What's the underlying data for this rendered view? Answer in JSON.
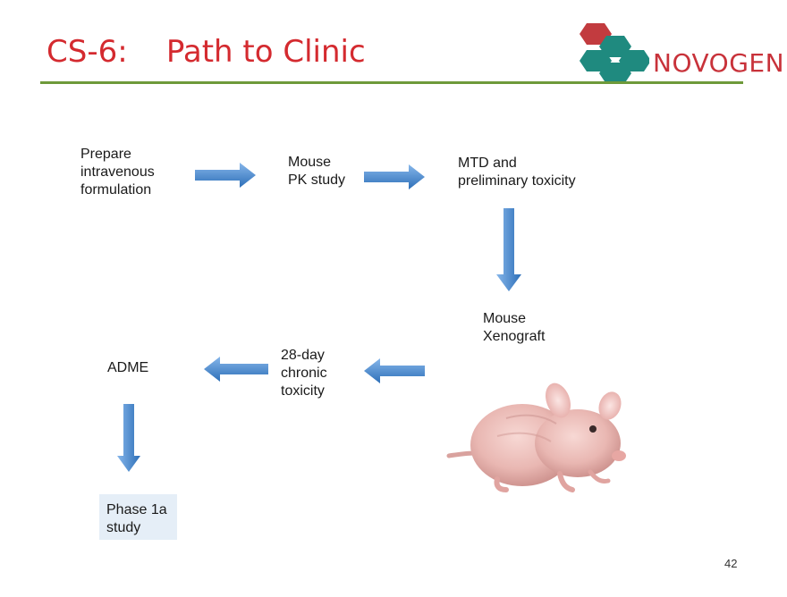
{
  "slide": {
    "title": "CS-6:    Path to Clinic",
    "page_number": "42"
  },
  "logo": {
    "text": "NOVOGEN",
    "colors": {
      "hex_red": "#c23b3f",
      "hex_teal": "#1f8a7f",
      "text": "#c8323a"
    }
  },
  "steps": {
    "prepare": [
      "Prepare",
      "intravenous",
      "formulation"
    ],
    "mouse_pk": [
      "Mouse",
      "PK study"
    ],
    "mtd": [
      "MTD and",
      "preliminary toxicity"
    ],
    "xenograft": [
      "Mouse",
      "Xenograft"
    ],
    "chronic": [
      "28-day",
      "chronic",
      "toxicity"
    ],
    "adme": [
      "ADME"
    ],
    "phase": [
      "Phase 1a",
      "study"
    ]
  },
  "colors": {
    "title": "#d42a2f",
    "rule": "#6e9a3a",
    "arrow": "#3f86d0",
    "phase_box": "#e5eef7"
  }
}
